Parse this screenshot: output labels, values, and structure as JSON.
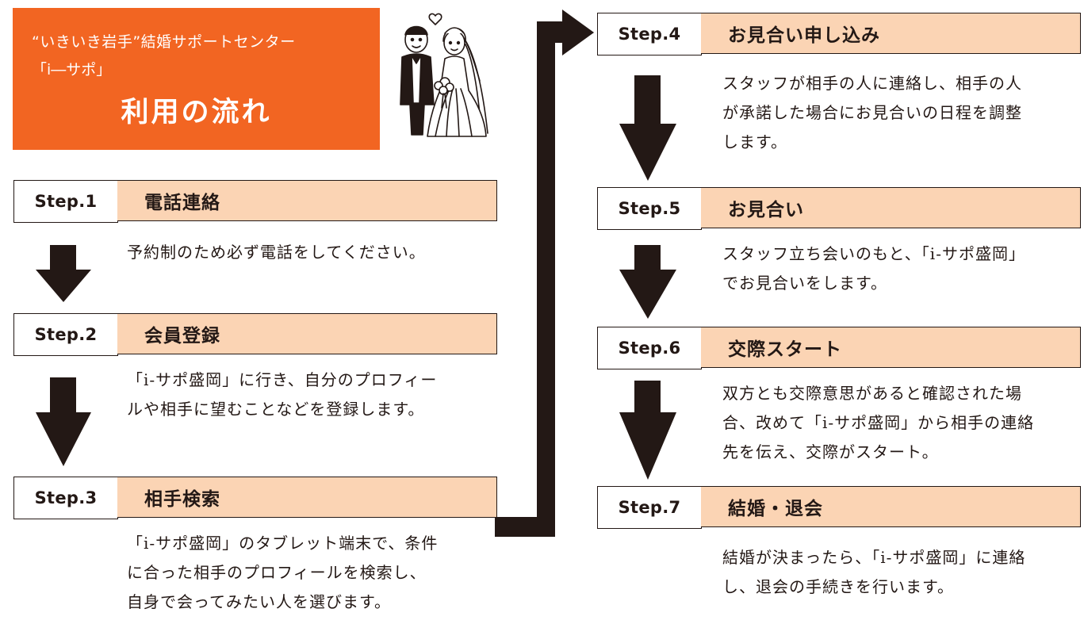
{
  "header": {
    "subtitle_line1": "“いきいき岩手”結婚サポートセンター",
    "subtitle_line2": "「i―サポ」",
    "title": "利用の流れ",
    "accent_color": "#f26522"
  },
  "illustration": {
    "icon": "bride-and-groom-illustration"
  },
  "steps": [
    {
      "label": "Step.1",
      "title": "電話連絡",
      "description": [
        "予約制のため必ず電話をしてください。"
      ]
    },
    {
      "label": "Step.2",
      "title": "会員登録",
      "description": [
        "「i-サポ盛岡」に行き、自分のプロフィー",
        "ルや相手に望むことなどを登録します。"
      ]
    },
    {
      "label": "Step.3",
      "title": "相手検索",
      "description": [
        "「i-サポ盛岡」のタブレット端末で、条件",
        "に合った相手のプロフィールを検索し、",
        "自身で会ってみたい人を選びます。"
      ]
    },
    {
      "label": "Step.4",
      "title": "お見合い申し込み",
      "description": [
        "スタッフが相手の人に連絡し、相手の人",
        "が承諾した場合にお見合いの日程を調整",
        "します。"
      ]
    },
    {
      "label": "Step.5",
      "title": "お見合い",
      "description": [
        "スタッフ立ち会いのもと、「i-サポ盛岡」",
        "でお見合いをします。"
      ]
    },
    {
      "label": "Step.6",
      "title": "交際スタート",
      "description": [
        "双方とも交際意思があると確認された場",
        "合、改めて「i-サポ盛岡」から相手の連絡",
        "先を伝え、交際がスタート。"
      ]
    },
    {
      "label": "Step.7",
      "title": "結婚・退会",
      "description": [
        "結婚が決まったら、「i-サポ盛岡」に連絡",
        "し、退会の手続きを行います。"
      ]
    }
  ],
  "colors": {
    "step_title_bg": "#fbd4b4",
    "ink": "#231815"
  }
}
